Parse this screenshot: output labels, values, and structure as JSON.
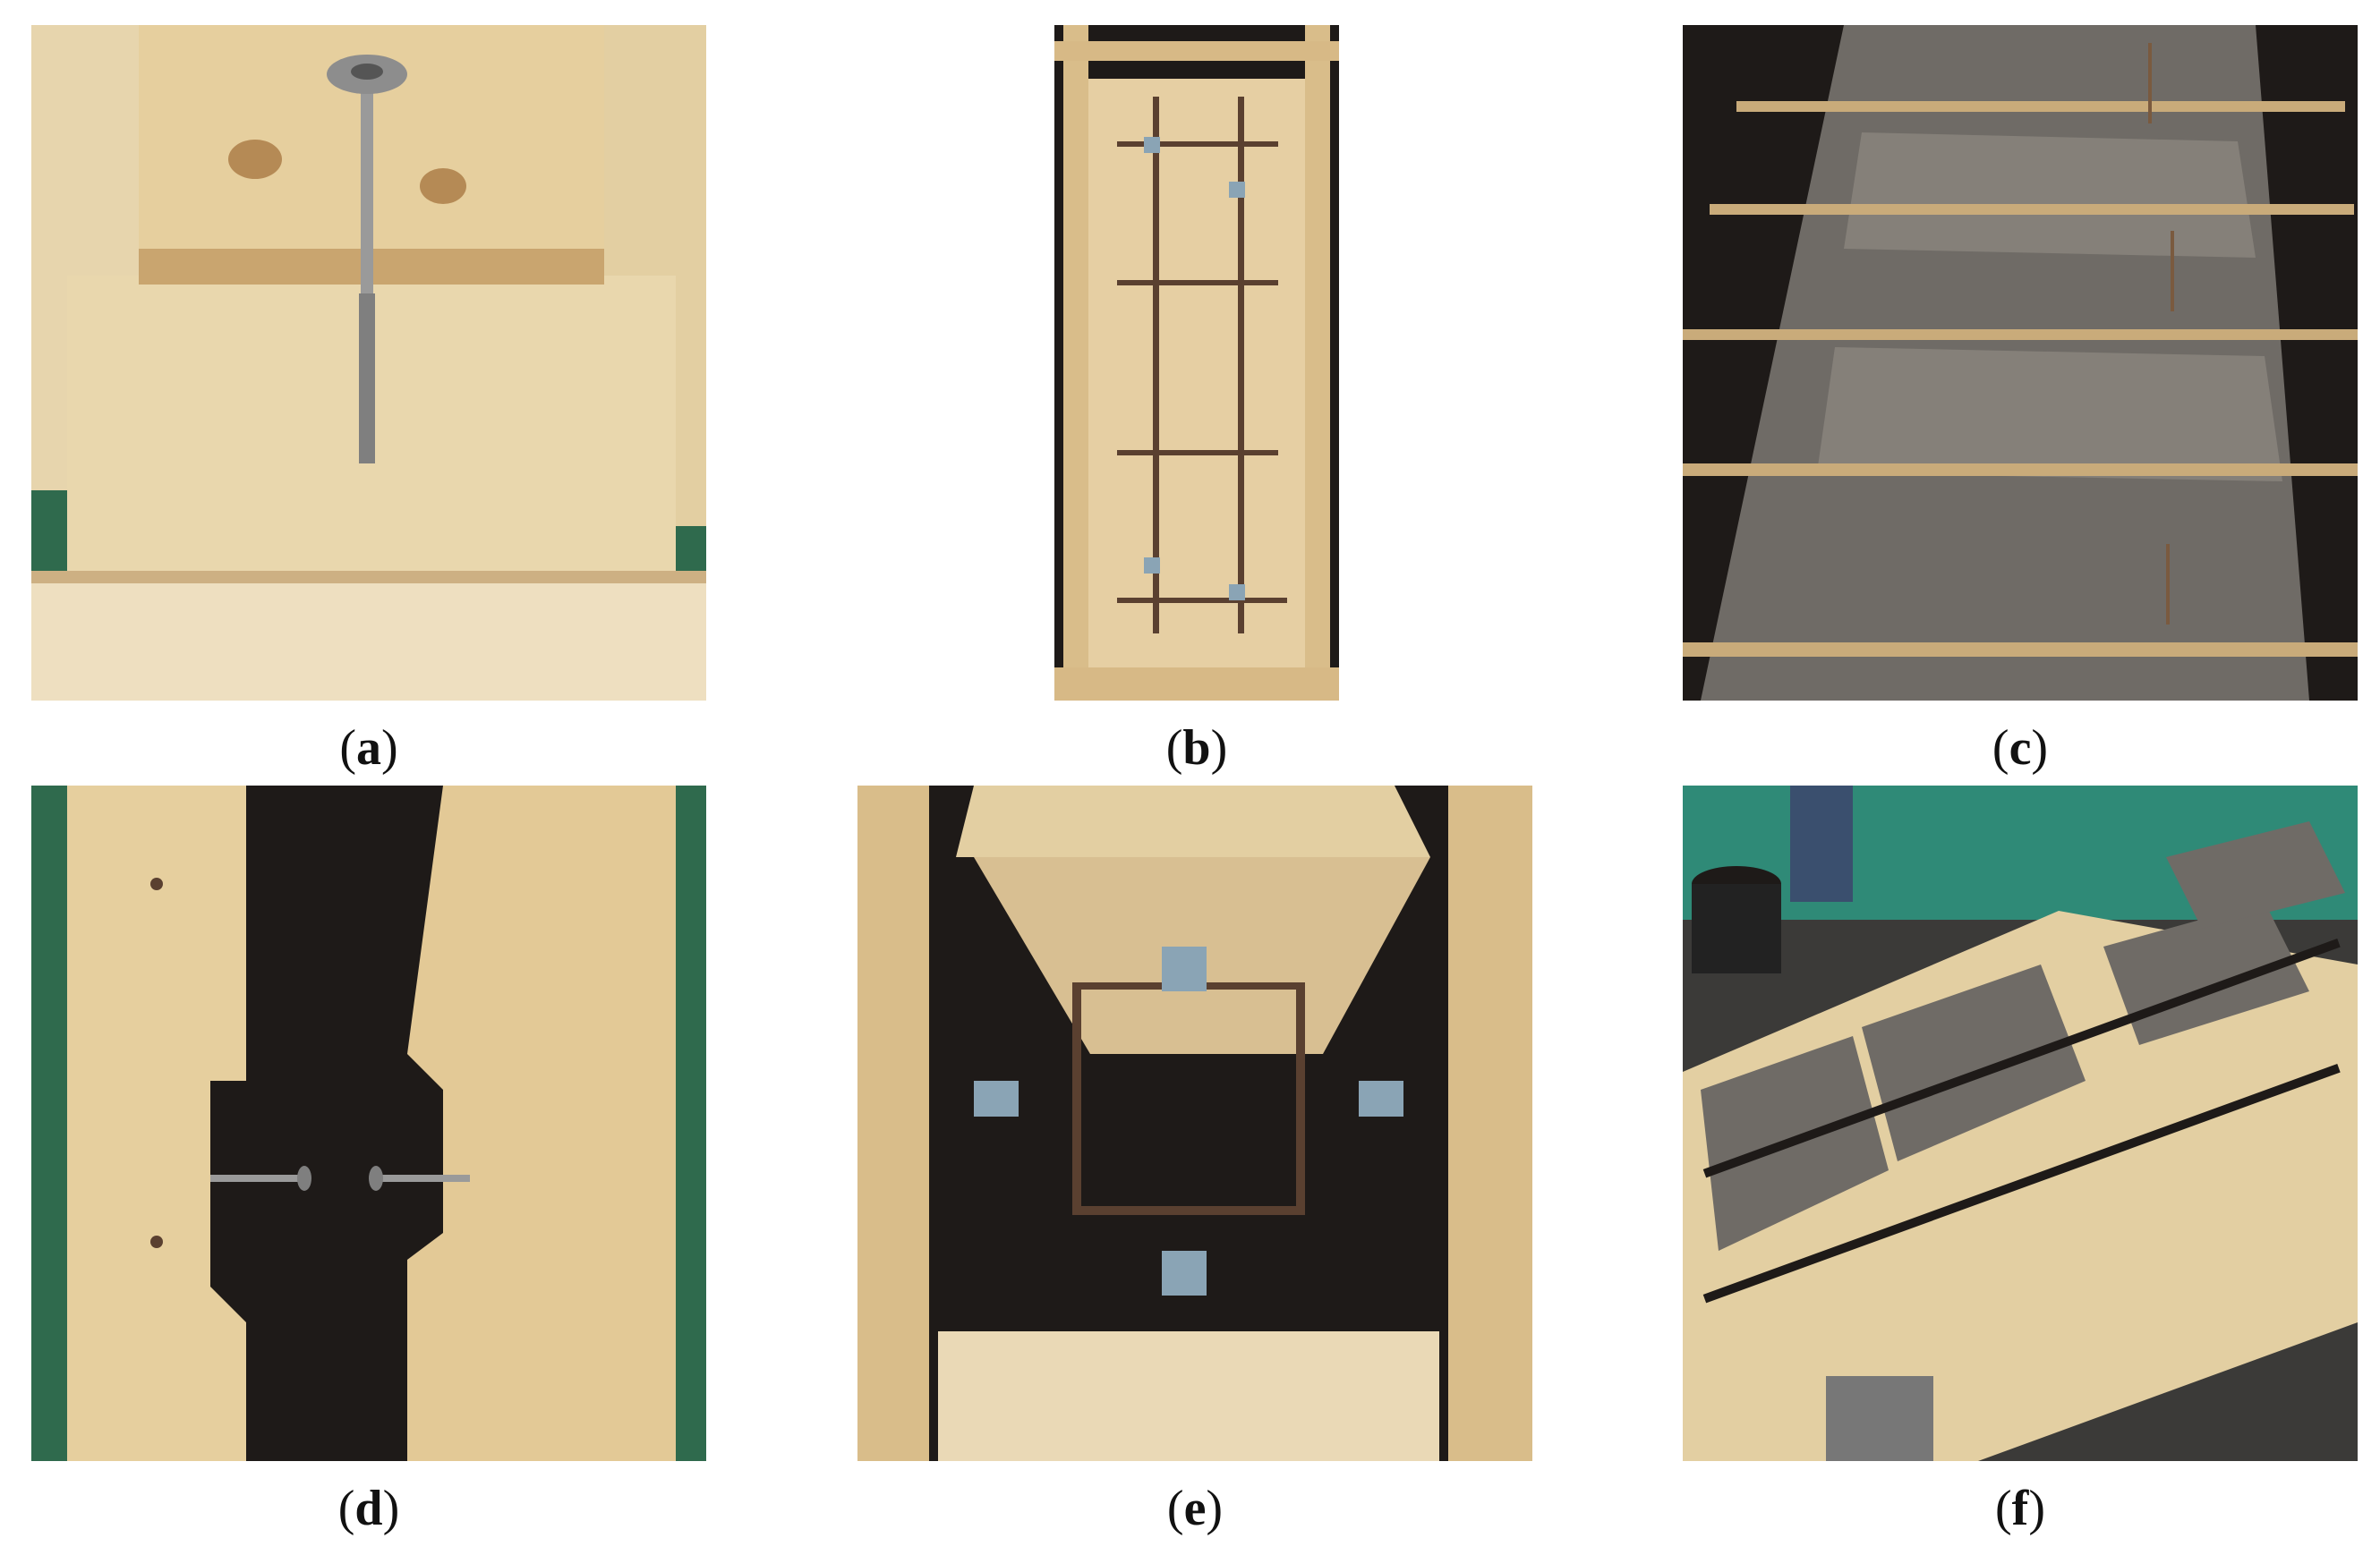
{
  "figure": {
    "panels": [
      {
        "letter": "a",
        "subject": "timber plank with long screw inserted"
      },
      {
        "letter": "b",
        "subject": "timber formwork with rebar cage, top view"
      },
      {
        "letter": "c",
        "subject": "freshly poured concrete slabs between boards"
      },
      {
        "letter": "d",
        "subject": "notched timber pieces joined with screws"
      },
      {
        "letter": "e",
        "subject": "rebar cage with connectors inside timber formwork"
      },
      {
        "letter": "f",
        "subject": "cast concrete on timber blocks in workshop"
      }
    ]
  },
  "colors": {
    "wood_light": "#e4cfa2",
    "wood_mid": "#d3b481",
    "wood_dark": "#b89160",
    "concrete": "#6f6b66",
    "concrete_wet": "#858079",
    "steel": "#9a9a9a",
    "rebar": "#5a4030",
    "formwork_dark": "#1e1a18",
    "floor_green": "#2f6a4d",
    "connector_blue": "#8aa4b5"
  }
}
